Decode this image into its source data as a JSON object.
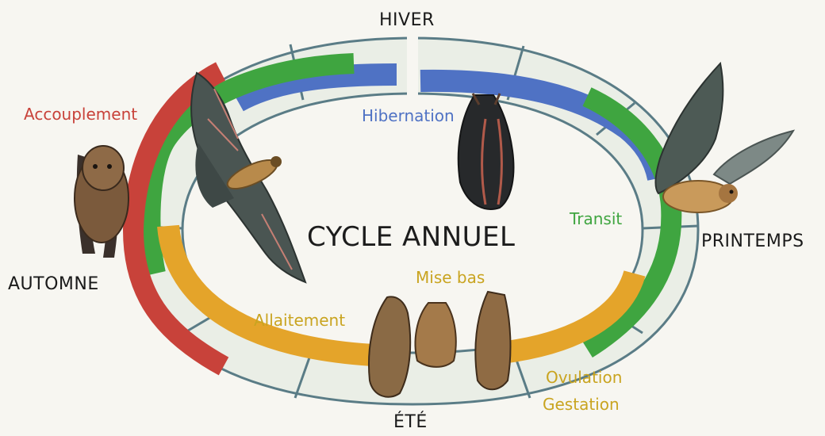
{
  "title": "CYCLE ANNUEL",
  "seasons": {
    "winter": "HIVER",
    "spring": "PRINTEMPS",
    "summer": "ÉTÉ",
    "autumn": "AUTOMNE"
  },
  "phases": {
    "mating": "Accouplement",
    "hibernation": "Hibernation",
    "transit": "Transit",
    "birth": "Mise bas",
    "nursing": "Allaitement",
    "ovulation": "Ovulation",
    "gestation": "Gestation"
  },
  "colors": {
    "mating": "#c8423a",
    "hibernation": "#4f72c4",
    "transit": "#3fa540",
    "summer_phases": "#e4a42a",
    "birth_text": "#c9a420",
    "ring_fill": "#eaeee6",
    "ring_line": "#5a7c86"
  },
  "icons": [
    "flying-bat-icon",
    "hanging-bat-icon",
    "roosting-bat-icon",
    "bat-cluster-icon"
  ]
}
